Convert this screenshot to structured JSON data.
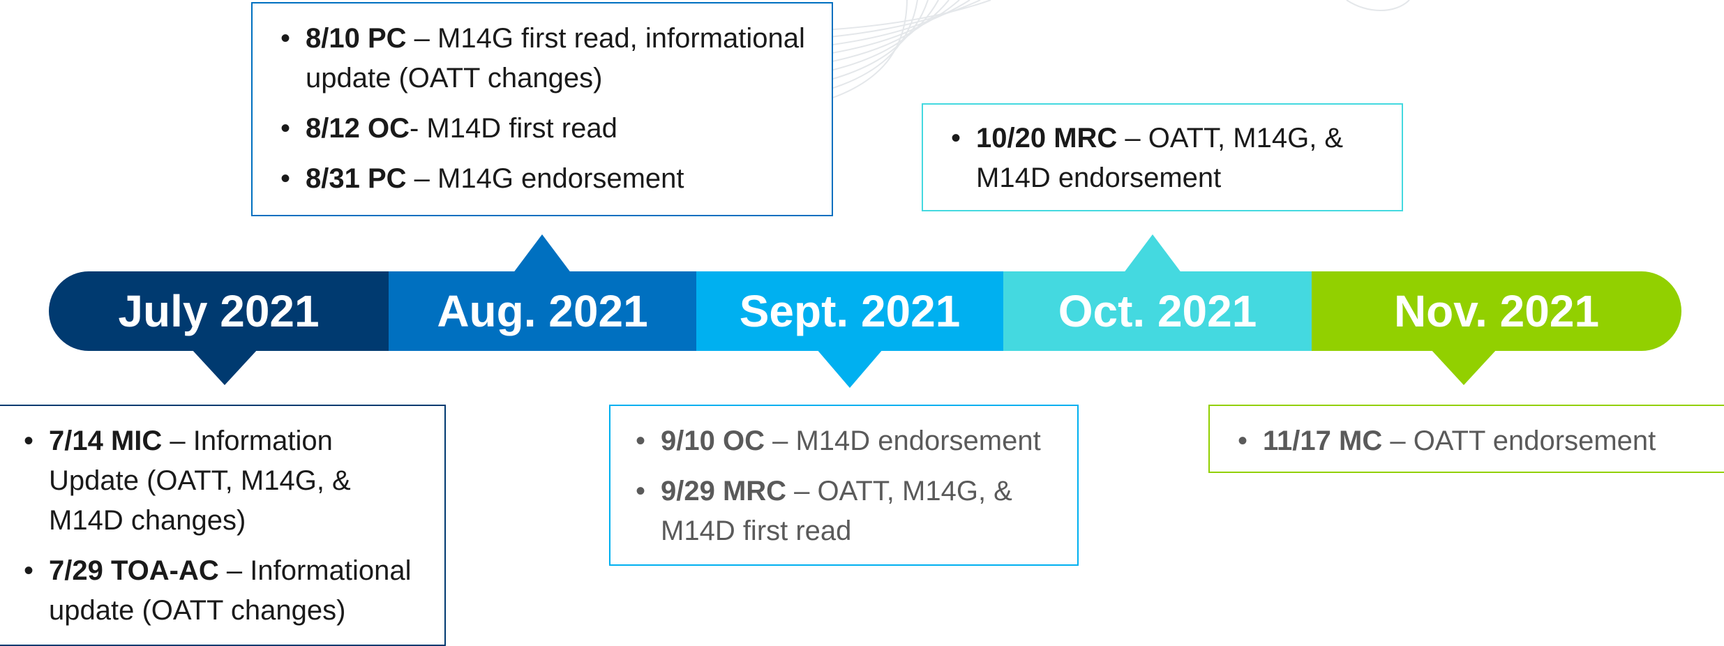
{
  "timeline": {
    "months": [
      {
        "label": "July 2021",
        "color": "#003a70"
      },
      {
        "label": "Aug. 2021",
        "color": "#0070c0"
      },
      {
        "label": "Sept. 2021",
        "color": "#00b0f0"
      },
      {
        "label": "Oct. 2021",
        "color": "#44d9e0"
      },
      {
        "label": "Nov. 2021",
        "color": "#92d000"
      }
    ]
  },
  "events": {
    "july": [
      {
        "date": "7/14 MIC",
        "text": " – Information Update (OATT, M14G, & M14D changes)"
      },
      {
        "date": "7/29 TOA-AC",
        "text": " – Informational update (OATT changes)"
      }
    ],
    "aug": [
      {
        "date": "8/10 PC",
        "text": " – M14G first read, informational update (OATT changes)"
      },
      {
        "date": "8/12 OC",
        "text": "- M14D first read"
      },
      {
        "date": "8/31 PC",
        "text": " – M14G endorsement"
      }
    ],
    "sept": [
      {
        "date": "9/10 OC",
        "text": " – M14D endorsement"
      },
      {
        "date": "9/29 MRC",
        "text": " – OATT, M14G, & M14D first read"
      }
    ],
    "oct": [
      {
        "date": "10/20 MRC",
        "text": " – OATT, M14G, & M14D endorsement"
      }
    ],
    "nov": [
      {
        "date": "11/17 MC",
        "text": " – OATT endorsement"
      }
    ]
  }
}
